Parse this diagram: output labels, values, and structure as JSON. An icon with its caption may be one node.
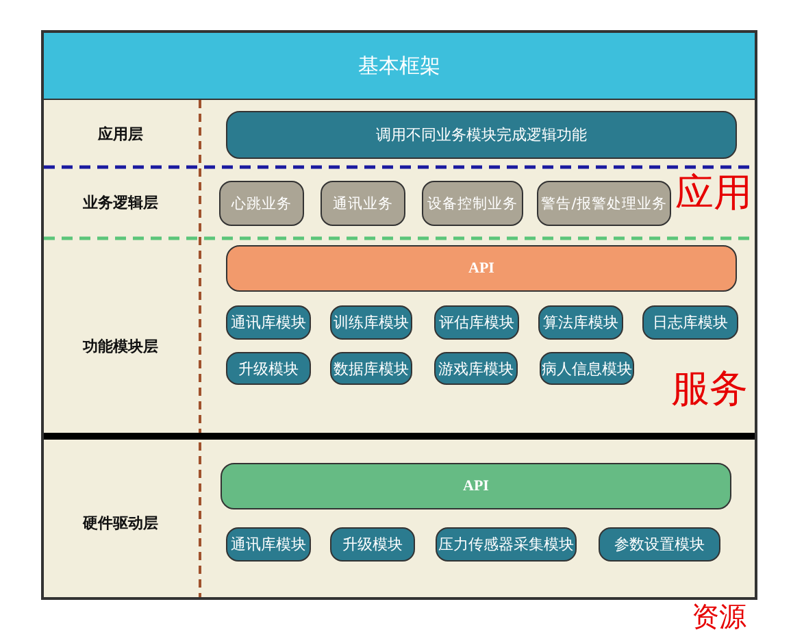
{
  "diagram": {
    "nodes": [
      {
        "text": [
          "基本框架"
        ]
      },
      {
        "text": [
          "调用不同业务模块完成逻辑功能"
        ],
        "in": 0
      },
      {
        "text": [
          "心跳业务"
        ],
        "in": 0
      },
      {
        "text": [
          "通讯业务"
        ],
        "in": 0
      },
      {
        "text": [
          "设备控制业务"
        ],
        "in": 0
      },
      {
        "text": [
          "警告/报警处理业务"
        ],
        "in": 0
      },
      {
        "text": [
          "API"
        ],
        "in": 0
      },
      {
        "text": [
          "通讯库模块"
        ],
        "in": 0
      },
      {
        "text": [
          "训练库模块"
        ],
        "in": 0
      },
      {
        "text": [
          "评估库模块"
        ],
        "in": 0
      },
      {
        "text": [
          "算法库模块"
        ],
        "in": 0
      },
      {
        "text": [
          "日志库模块"
        ],
        "in": 0
      },
      {
        "text": [
          "升级模块"
        ],
        "in": 0
      },
      {
        "text": [
          "数据库模块"
        ],
        "in": 0
      },
      {
        "text": [
          "游戏库模块"
        ],
        "in": 0
      },
      {
        "text": [
          "病人信息模块"
        ],
        "in": 0
      },
      {
        "text": [
          "API"
        ],
        "in": 0
      },
      {
        "text": [
          "通讯库模块"
        ],
        "in": 0
      },
      {
        "text": [
          "升级模块"
        ],
        "in": 0
      },
      {
        "text": [
          "压力传感器采集模块"
        ],
        "in": 0
      },
      {
        "text": [
          "参数设置模块"
        ],
        "in": 0
      }
    ],
    "edges": [],
    "labels": [
      "应用层",
      "业务逻辑层",
      "应用",
      "功能模块层",
      "服务",
      "硬件驱动层",
      "资源"
    ]
  }
}
